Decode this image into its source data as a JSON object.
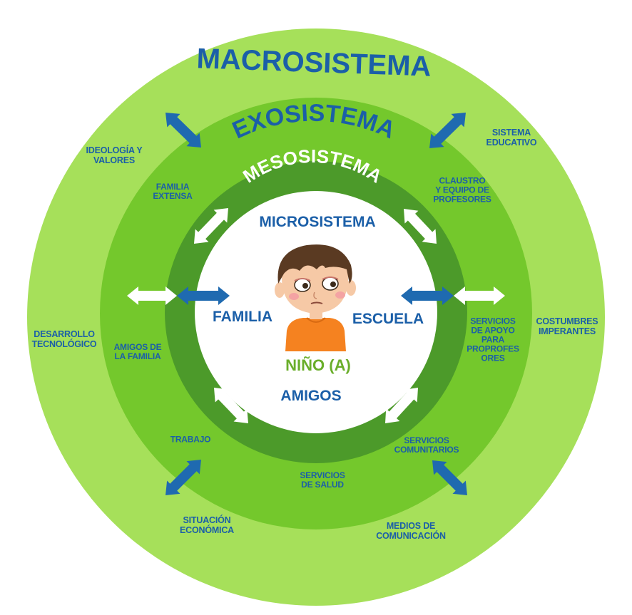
{
  "colors": {
    "macro_ring": "#a6e05a",
    "exo_ring": "#74c82c",
    "meso_ring": "#4c9a2a",
    "micro_core": "#ffffff",
    "label_blue": "#1b5fa8",
    "child_label": "#6aae2a",
    "arrow_blue": "#1f6ab0",
    "arrow_white": "#ffffff"
  },
  "titles": {
    "macro": "MACROSISTEMA",
    "exo": "EXOSISTEMA",
    "meso": "MESOSISTEMA",
    "micro": "MICROSISTEMA"
  },
  "center": {
    "child": "NIÑO (A)",
    "familia": "FAMILIA",
    "escuela": "ESCUELA",
    "amigos": "AMIGOS"
  },
  "exo_labels": {
    "familia_extensa": "FAMILIA\nEXTENSA",
    "claustro": "CLAUSTRO\nY EQUIPO DE\nPROFESORES",
    "amigos_familia": "AMIGOS DE\nLA FAMILIA",
    "servicios_apoyo": "SERVICIOS\nDE APOYO\nPARA\nPROPROFES\nORES",
    "trabajo": "TRABAJO",
    "servicios_comunitarios": "SERVICIOS\nCOMUNITARIOS",
    "servicios_salud": "SERVICIOS\nDE SALUD"
  },
  "macro_labels": {
    "ideologia": "IDEOLOGÍA Y\nVALORES",
    "sistema_educativo": "SISTEMA\nEDUCATIVO",
    "desarrollo": "DESARROLLO\nTECNOLÓGICO",
    "costumbres": "COSTUMBRES\nIMPERANTES",
    "situacion": "SITUACIÓN\nECONÓMICA",
    "medios": "MEDIOS DE\nCOMUNICACIÓN"
  },
  "icons": {
    "child": "child-portrait-icon",
    "blue_arrow": "double-arrow-icon",
    "white_arrow": "double-arrow-icon"
  }
}
